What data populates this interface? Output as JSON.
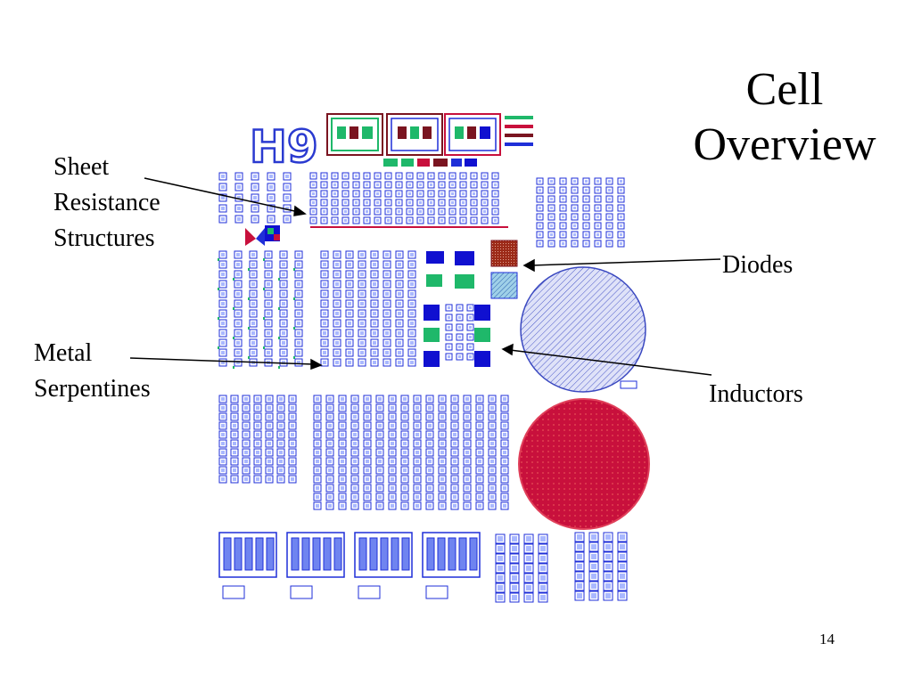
{
  "slide": {
    "title_line1": "Cell",
    "title_line2": "Overview",
    "page_number": "14"
  },
  "die_label": "H9",
  "labels": {
    "sheet_resistance": [
      "Sheet",
      "Resistance",
      "Structures"
    ],
    "metal_serpentines": [
      "Metal",
      "Serpentines"
    ],
    "diodes": "Diodes",
    "inductors": "Inductors"
  },
  "colors": {
    "layout_blue": "#1f2fd8",
    "pad_fill": "#a9b8ff",
    "metal_green": "#1fb86a",
    "maroon": "#7a1420",
    "capacitor_red": "#c8103c",
    "capacitor_pattern": "#e04050",
    "hatched_disc": "#c8cdf2",
    "dark_blue": "#1010d0",
    "diode_brown": "#9c2a18"
  }
}
